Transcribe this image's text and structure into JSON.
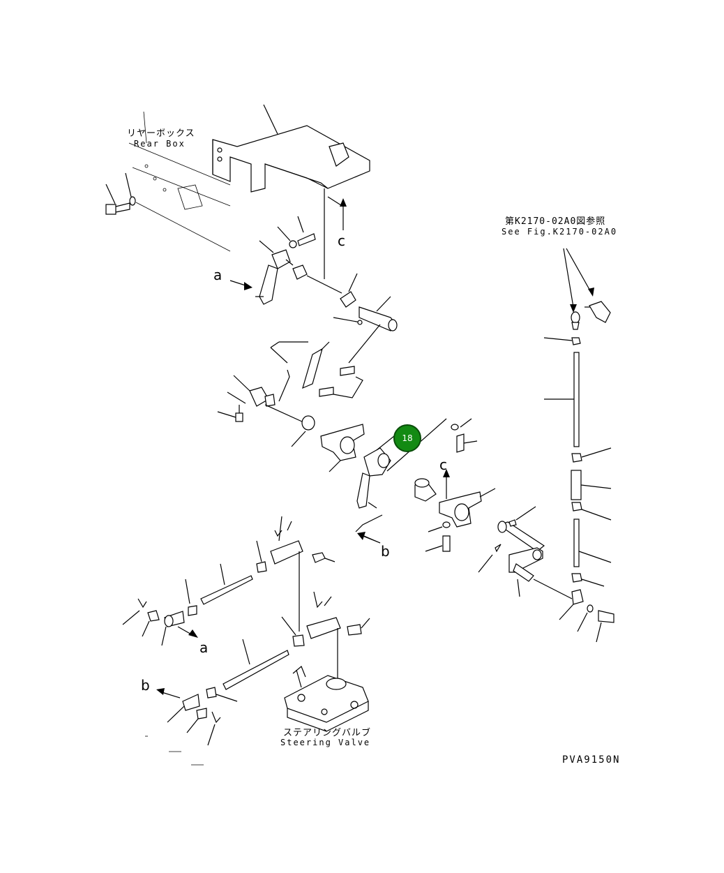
{
  "labels": {
    "rear_box_jp": "リヤーボックス",
    "rear_box_en": "Rear Box",
    "see_fig_jp": "第K2170-02A0図参照",
    "see_fig_en": "See Fig.K2170-02A0",
    "steering_valve_jp": "ステアリングバルブ",
    "steering_valve_en": "Steering Valve",
    "drawing_code": "PVA9150N"
  },
  "refs": {
    "a_top": "a",
    "c_top": "c",
    "c_mid": "c",
    "b_mid": "b",
    "a_bottom": "a",
    "b_bottom": "b"
  },
  "callout": {
    "number": "18",
    "color": "#138a13"
  }
}
